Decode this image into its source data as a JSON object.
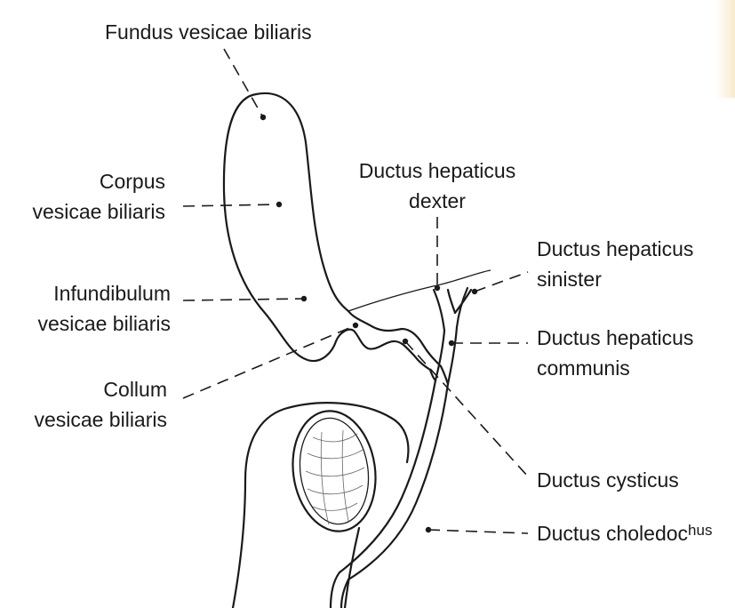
{
  "labels": {
    "fundus": "Fundus  vesicae biliaris",
    "corpus_1": "Corpus",
    "corpus_2": "vesicae biliaris",
    "infundibulum_1": "Infundibulum",
    "infundibulum_2": "vesicae biliaris",
    "collum_1": "Collum",
    "collum_2": "vesicae biliaris",
    "hep_dexter_1": "Ductus hepaticus",
    "hep_dexter_2": "dexter",
    "hep_sinister_1": "Ductus hepaticus",
    "hep_sinister_2": "sinister",
    "hep_communis_1": "Ductus hepaticus",
    "hep_communis_2": "communis",
    "cysticus": "Ductus cysticus",
    "choledochus_main": "Ductus choledoc",
    "choledochus_tail": "hus"
  }
}
